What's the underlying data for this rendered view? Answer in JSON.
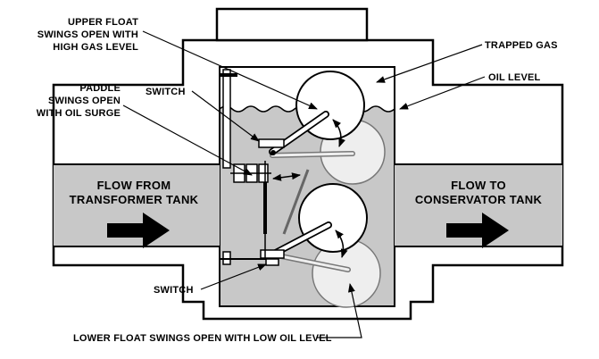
{
  "labels": {
    "upper_float": [
      "UPPER FLOAT",
      "SWINGS OPEN WITH",
      "HIGH GAS LEVEL"
    ],
    "paddle": [
      "PADDLE",
      "SWINGS OPEN",
      "WITH OIL SURGE"
    ],
    "switch_top": "SWITCH",
    "switch_bottom": "SWITCH",
    "trapped_gas": "TRAPPED GAS",
    "oil_level": "OIL LEVEL",
    "flow_from": [
      "FLOW FROM",
      "TRANSFORMER TANK"
    ],
    "flow_to": [
      "FLOW TO",
      "CONSERVATOR TANK"
    ],
    "lower_float": "LOWER FLOAT SWINGS OPEN WITH LOW OIL LEVEL"
  },
  "colors": {
    "oil": "#c8c8c8",
    "outline": "#000000",
    "float_ghost": "#eeeeee",
    "background": "#ffffff"
  }
}
